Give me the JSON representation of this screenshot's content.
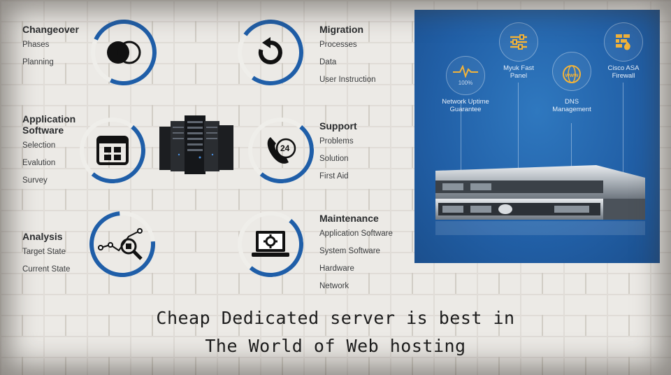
{
  "groups": {
    "changeover": {
      "title": "Changeover",
      "items": [
        "Phases",
        "Planning"
      ]
    },
    "application": {
      "title": "Application\nSoftware",
      "items": [
        "Selection",
        "Evalution",
        "Survey"
      ]
    },
    "analysis": {
      "title": "Analysis",
      "items": [
        "Target State",
        "Current State"
      ]
    },
    "migration": {
      "title": "Migration",
      "items": [
        "Processes",
        "Data",
        "User Instruction"
      ]
    },
    "support": {
      "title": "Support",
      "items": [
        "Problems",
        "Solution",
        "First Aid"
      ]
    },
    "maintenance": {
      "title": "Maintenance",
      "items": [
        "Application Software",
        "System Software",
        "Hardware",
        "Network"
      ]
    }
  },
  "icons": {
    "changeover": "overlapping-circles-icon",
    "migration": "refresh-arrow-icon",
    "application": "app-grid-window-icon",
    "support": "phone-24-icon",
    "analysis": "analytics-magnifier-icon",
    "maintenance": "laptop-gear-icon",
    "support_badge": "24"
  },
  "panel": {
    "features": {
      "uptime": {
        "label1": "Network Uptime",
        "label2": "Guarantee",
        "badge": "100%"
      },
      "myuk": {
        "label1": "Myuk Fast",
        "label2": "Panel"
      },
      "dns": {
        "label1": "DNS",
        "label2": "Management",
        "badge": "www"
      },
      "cisco": {
        "label1": "Cisco ASA",
        "label2": "Firewall"
      }
    }
  },
  "caption": {
    "line1": "Cheap Dedicated server is best in",
    "line2": "The World of Web hosting"
  },
  "colors": {
    "accent": "#1f5ea8",
    "panel": "#2268ad",
    "ring_track": "#efeeea"
  }
}
